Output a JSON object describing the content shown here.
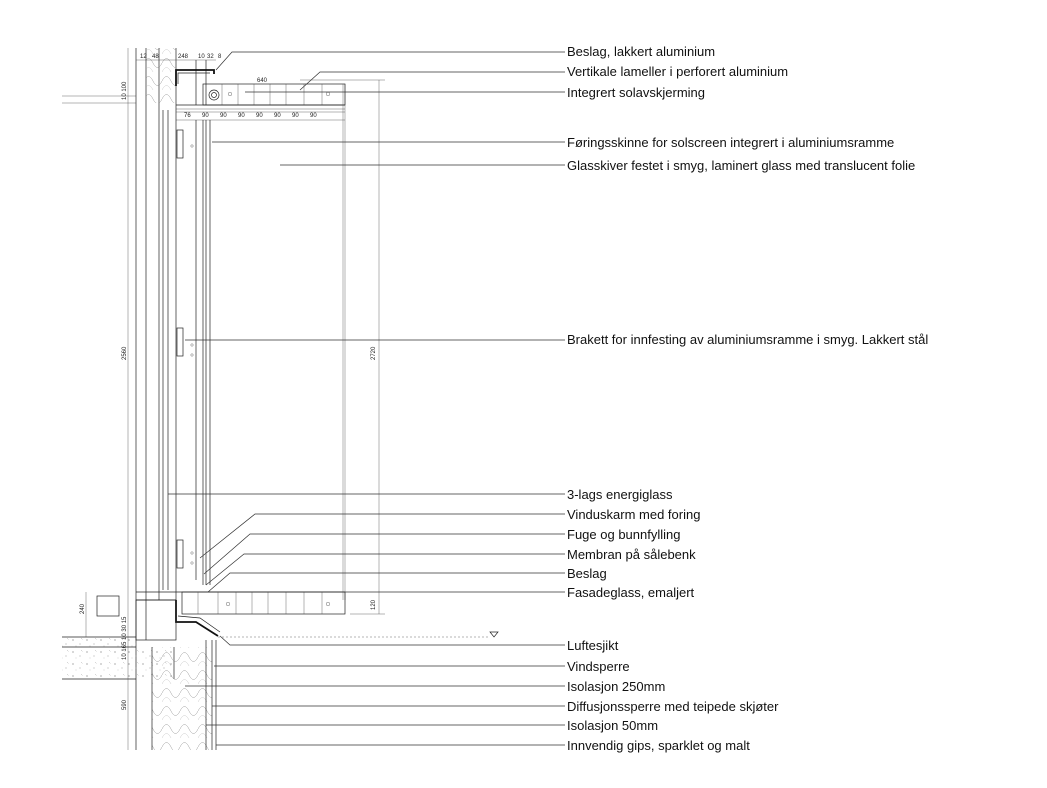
{
  "labels": [
    "Beslag, lakkert aluminium",
    "Vertikale lameller i perforert aluminium",
    "Integrert solavskjerming",
    "Føringsskinne for solscreen integrert i aluminiumsramme",
    "Glasskiver festet i smyg, laminert glass med translucent folie",
    "Brakett for innfesting av aluminiumsramme i smyg. Lakkert stål",
    "3-lags energiglass",
    "Vinduskarm med foring",
    "Fuge og bunnfylling",
    "Membran på sålebenk",
    "Beslag",
    "Fasadeglass, emaljert",
    "Luftesjikt",
    "Vindsperre",
    "Isolasjon 250mm",
    "Diffusjonssperre med teipede skjøter",
    "Isolasjon 50mm",
    "Innvendig gips, sparklet og malt"
  ],
  "dimensions": {
    "top_row": [
      "12",
      "48",
      "248",
      "10",
      "32",
      "8"
    ],
    "top_span": "640",
    "louvre_row": [
      "76",
      "90",
      "90",
      "90",
      "90",
      "90",
      "90",
      "90"
    ],
    "left_vertical_top": "10 100",
    "left_vertical_main": "2560",
    "right_vertical_main": "2720",
    "sill_left": "240",
    "sill_stack": "10 165 10 30 15",
    "sill_right": "120",
    "foundation": "590"
  }
}
